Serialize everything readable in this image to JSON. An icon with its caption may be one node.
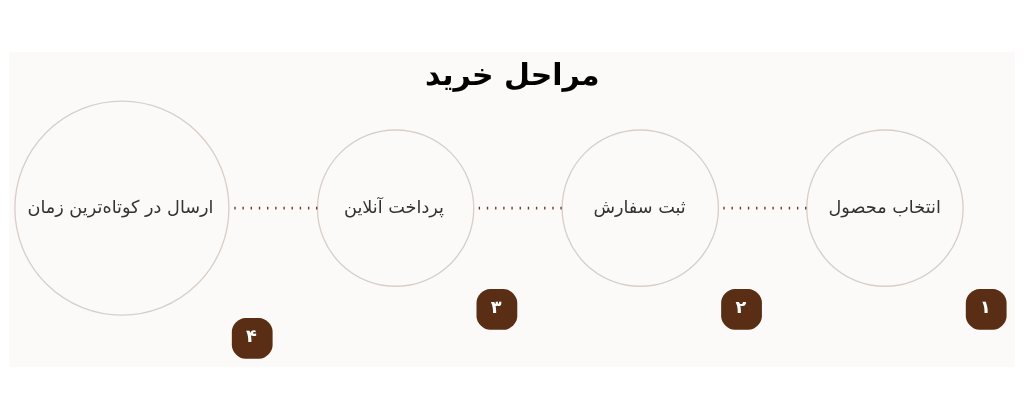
{
  "diagram": {
    "title": "مراحل خرید",
    "nodes": [
      {
        "text": [
          "انتخاب محصول"
        ],
        "beside": [
          "۱"
        ]
      },
      {
        "text": [
          "ثبت سفارش"
        ],
        "beside": [
          "۲"
        ]
      },
      {
        "text": [
          "پرداخت آنلاین"
        ],
        "beside": [
          "۳"
        ]
      },
      {
        "text": [
          "ارسال در کوتاه‌ترین زمان"
        ],
        "beside": [
          "۴"
        ]
      }
    ],
    "edges": [
      {
        "from": 0,
        "to": 1,
        "arrow": "none",
        "style": "dashed"
      },
      {
        "from": 1,
        "to": 2,
        "arrow": "none",
        "style": "dashed"
      },
      {
        "from": 2,
        "to": 3,
        "arrow": "none",
        "style": "dashed"
      }
    ]
  }
}
